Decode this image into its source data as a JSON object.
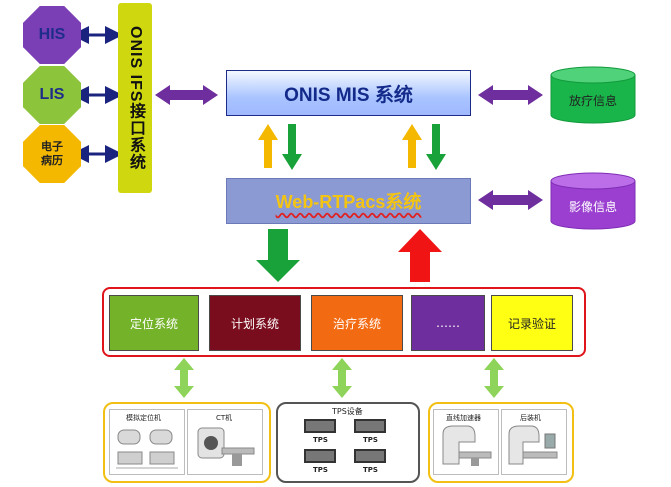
{
  "left_nodes": [
    {
      "label": "HIS",
      "color": "#7b3fb5"
    },
    {
      "label": "LIS",
      "color": "#8cc43c"
    },
    {
      "label": "电子\n病历",
      "color": "#f5b800"
    }
  ],
  "ifs": {
    "label": "ONIS IFS接口系统",
    "color": "#cfd80f"
  },
  "mis": {
    "label": "ONIS MIS 系统"
  },
  "pacs": {
    "label": "Web-RTPacs系统"
  },
  "databases": [
    {
      "label": "放疗信息",
      "color": "#19b54a"
    },
    {
      "label": "影像信息",
      "color": "#9b3fd0"
    }
  ],
  "systems": [
    {
      "label": "定位系统",
      "color": "#73b229"
    },
    {
      "label": "计划系统",
      "color": "#7a0d1d"
    },
    {
      "label": "治疗系统",
      "color": "#f26a12"
    },
    {
      "label": "……",
      "color": "#6e2e9e"
    },
    {
      "label": "记录验证",
      "color": "#ffff14"
    }
  ],
  "equipment_groups": [
    {
      "border_color": "#f2c014",
      "devices": [
        {
          "label": "模拟定位机",
          "icon": "simulator-icon"
        },
        {
          "label": "CT机",
          "icon": "ct-scanner-icon"
        }
      ]
    },
    {
      "border_color": "#555555",
      "title": "TPS设备",
      "devices": [
        {
          "label": "TPS",
          "icon": "workstation-icon"
        },
        {
          "label": "TPS",
          "icon": "workstation-icon"
        },
        {
          "label": "TPS",
          "icon": "workstation-icon"
        },
        {
          "label": "TPS",
          "icon": "workstation-icon"
        }
      ]
    },
    {
      "border_color": "#f2c014",
      "devices": [
        {
          "label": "直线加速器",
          "icon": "linac-icon"
        },
        {
          "label": "后装机",
          "icon": "afterloader-icon"
        }
      ]
    }
  ],
  "arrow_colors": {
    "purple": "#6e2e9e",
    "navy": "#1a237e",
    "yellow": "#f5b800",
    "green": "#1aa23a",
    "red": "#f01414",
    "lightgreen": "#8fd45a"
  }
}
